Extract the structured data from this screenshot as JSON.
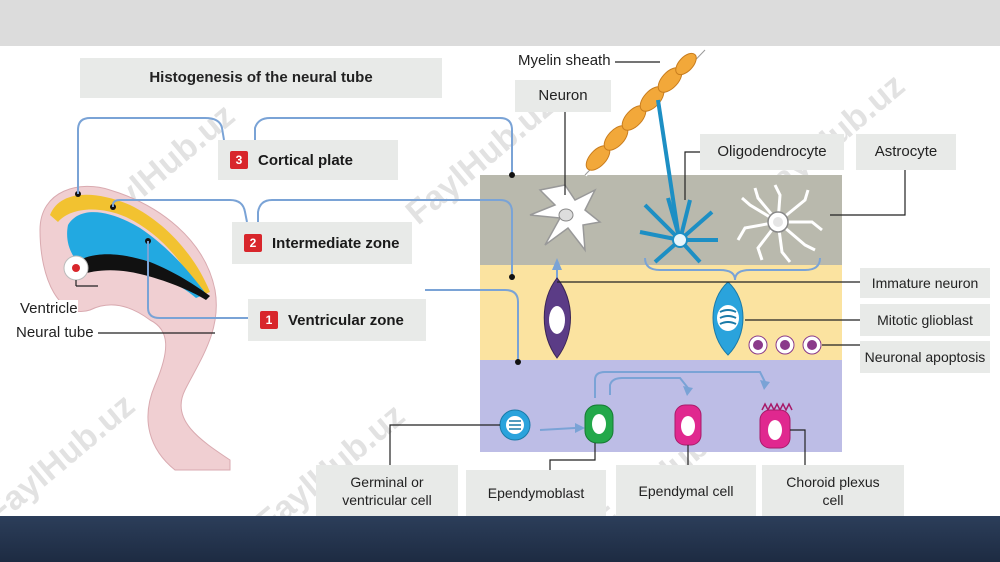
{
  "title": "Histogenesis of the neural tube",
  "zones": [
    {
      "number": "3",
      "label": "Cortical plate"
    },
    {
      "number": "2",
      "label": "Intermediate zone"
    },
    {
      "number": "1",
      "label": "Ventricular zone"
    }
  ],
  "left_labels": {
    "ventricle": "Ventricle",
    "neural_tube": "Neural tube"
  },
  "top_labels": {
    "myelin_sheath": "Myelin sheath",
    "neuron": "Neuron",
    "oligodendrocyte": "Oligodendrocyte",
    "astrocyte": "Astrocyte"
  },
  "right_labels": {
    "immature_neuron": "Immature neuron",
    "mitotic_glioblast": "Mitotic glioblast",
    "neuronal_apoptosis": "Neuronal apoptosis"
  },
  "bottom_labels": {
    "germinal_line1": "Germinal or",
    "germinal_line2": "ventricular cell",
    "ependymoblast": "Ependymoblast",
    "ependymal_cell": "Ependymal cell",
    "choroid_line1": "Choroid plexus",
    "choroid_line2": "cell"
  },
  "watermark": "FaylHub.uz",
  "colors": {
    "zone_top": "#b9b9ad",
    "zone_middle": "#fbe3a0",
    "zone_bottom": "#bdbde6",
    "badge": "#d8262b",
    "connector": "#7aa3d6",
    "ventricular_layer": "#22a9e1",
    "yellow_layer": "#f2c230",
    "tube": "#f0cfd2"
  }
}
